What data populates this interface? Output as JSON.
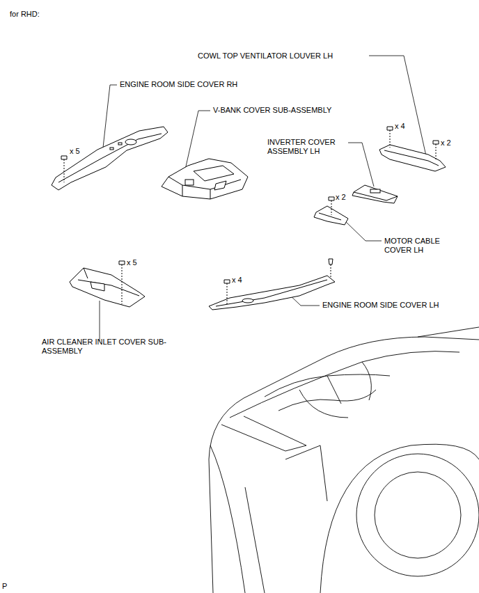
{
  "diagram": {
    "labels": [
      "for RHD:",
      "COWL TOP VENTILATOR LOUVER LH",
      "ENGINE ROOM SIDE COVER RH",
      "V-BANK COVER SUB-ASSEMBLY",
      "x 4",
      "x 2",
      "INVERTER COVER ASSEMBLY LH",
      "x 5",
      "x 2",
      "MOTOR CABLE COVER LH",
      "x 5",
      "x 4",
      "ENGINE ROOM SIDE COVER LH",
      "AIR CLEANER INLET COVER SUB-ASSEMBLY",
      "P"
    ]
  }
}
